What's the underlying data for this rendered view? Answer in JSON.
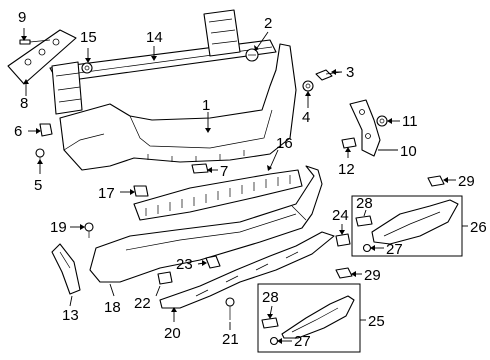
{
  "callouts": {
    "c1": "1",
    "c2": "2",
    "c3": "3",
    "c4": "4",
    "c5": "5",
    "c6": "6",
    "c7": "7",
    "c8": "8",
    "c9": "9",
    "c10": "10",
    "c11": "11",
    "c12": "12",
    "c13": "13",
    "c14": "14",
    "c15": "15",
    "c16": "16",
    "c17": "17",
    "c18": "18",
    "c19": "19",
    "c20": "20",
    "c21": "21",
    "c22": "22",
    "c23": "23",
    "c24": "24",
    "c25": "25",
    "c26": "26",
    "c27a": "27",
    "c28a": "28",
    "c29a": "29",
    "c27b": "27",
    "c28b": "28",
    "c29b": "29"
  }
}
